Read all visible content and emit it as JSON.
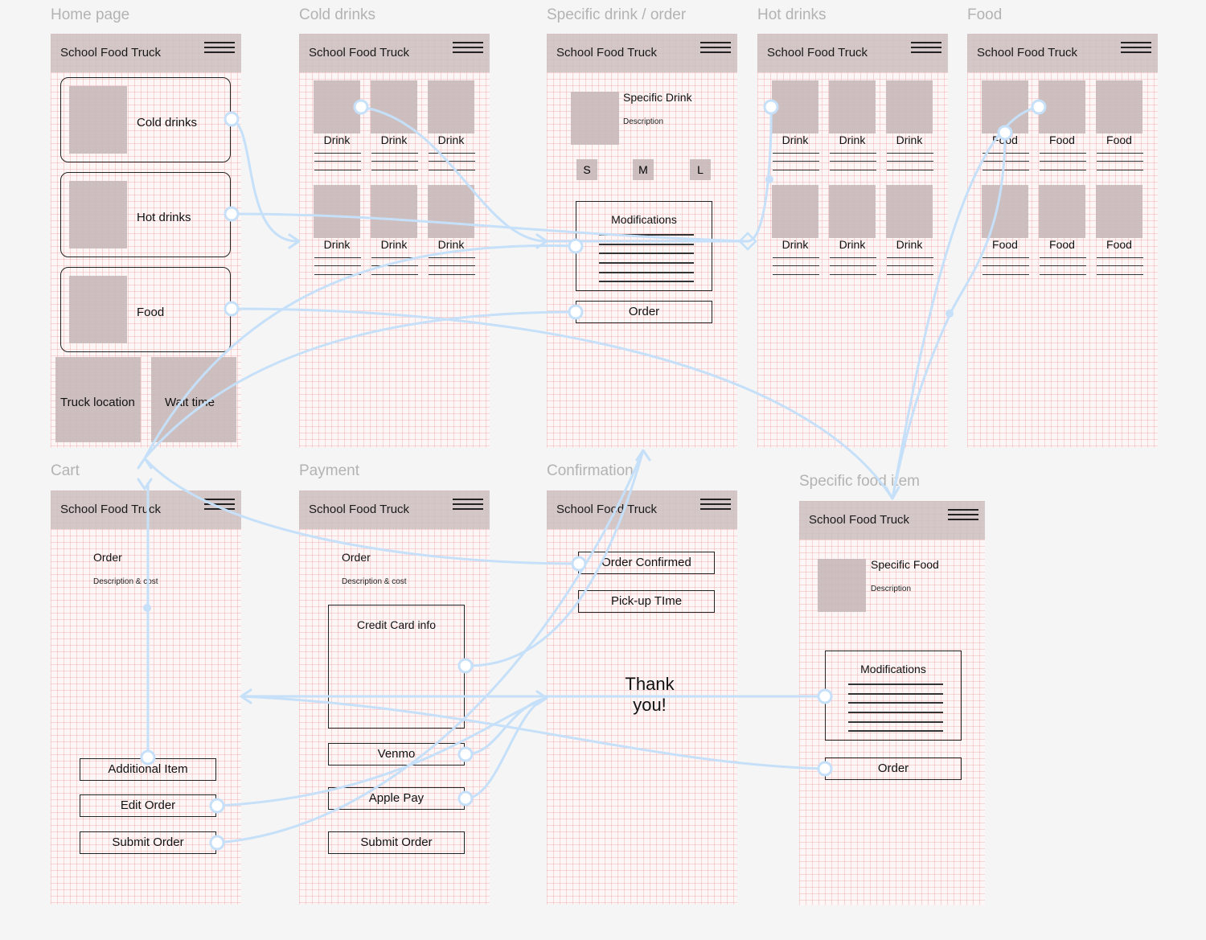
{
  "frames": {
    "home": {
      "title": "Home page",
      "brand": "School Food Truck",
      "cards": [
        "Cold drinks",
        "Hot drinks",
        "Food"
      ],
      "tile1": "Truck location",
      "tile2": "Wait time"
    },
    "cold": {
      "title": "Cold drinks",
      "brand": "School Food Truck",
      "items": [
        "Drink",
        "Drink",
        "Drink",
        "Drink",
        "Drink",
        "Drink"
      ]
    },
    "specific_drink": {
      "title": "Specific drink / order",
      "brand": "School Food Truck",
      "name": "Specific Drink",
      "description": "Description",
      "sizes": [
        "S",
        "M",
        "L"
      ],
      "modifications": "Modifications",
      "order": "Order"
    },
    "hot": {
      "title": "Hot drinks",
      "brand": "School Food Truck",
      "items": [
        "Drink",
        "Drink",
        "Drink",
        "Drink",
        "Drink",
        "Drink"
      ]
    },
    "food": {
      "title": "Food",
      "brand": "School Food Truck",
      "items": [
        "Food",
        "Food",
        "Food",
        "Food",
        "Food",
        "Food"
      ]
    },
    "cart": {
      "title": "Cart",
      "brand": "School Food Truck",
      "order": "Order",
      "desc": "Description & cost",
      "additional": "Additional Item",
      "edit": "Edit Order",
      "submit": "Submit Order"
    },
    "payment": {
      "title": "Payment",
      "brand": "School Food Truck",
      "order": "Order",
      "desc": "Description & cost",
      "credit": "Credit Card info",
      "venmo": "Venmo",
      "apple": "Apple Pay",
      "submit": "Submit Order"
    },
    "confirmation": {
      "title": "Confirmation",
      "brand": "School Food Truck",
      "confirmed": "Order Confirmed",
      "pickup": "Pick-up TIme",
      "thanks": "Thank you!"
    },
    "specific_food": {
      "title": "Specific food item",
      "brand": "School Food Truck",
      "name": "Specific Food",
      "description": "Description",
      "modifications": "Modifications",
      "order": "Order"
    }
  },
  "colors": {
    "wire": "#c5e0f8",
    "header": "#cdbebe",
    "placeholder": "#c8b9b9",
    "grid": "#ec9696"
  }
}
